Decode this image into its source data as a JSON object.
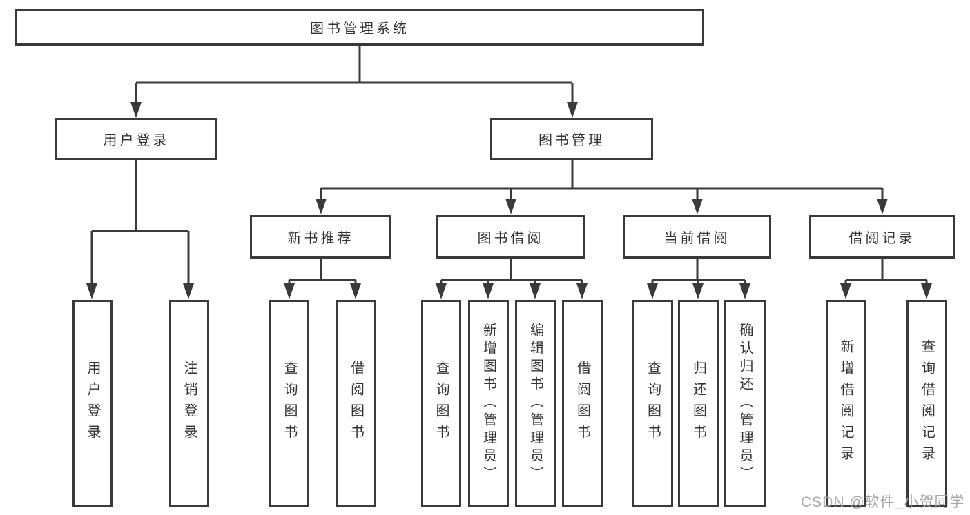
{
  "palette": {
    "line_color": "#3a3a3a",
    "box_border_color": "#3a3a3a",
    "text_color": "#333333",
    "background": "#ffffff",
    "watermark_color": "#9e9e9e"
  },
  "diagram": {
    "type": "hierarchy-tree",
    "root": {
      "label": "图书管理系统"
    },
    "level2": [
      {
        "label": "用户登录",
        "children": [
          "用户登录",
          "注销登录"
        ]
      },
      {
        "label": "图书管理",
        "children": [
          "新书推荐",
          "图书借阅",
          "当前借阅",
          "借阅记录"
        ]
      }
    ],
    "level3": [
      {
        "label": "新书推荐",
        "parent": "图书管理",
        "children": [
          "查询图书",
          "借阅图书"
        ]
      },
      {
        "label": "图书借阅",
        "parent": "图书管理",
        "children": [
          "查询图书",
          "新增图书（管理员）",
          "编辑图书（管理员）",
          "借阅图书"
        ]
      },
      {
        "label": "当前借阅",
        "parent": "图书管理",
        "children": [
          "查询图书",
          "归还图书",
          "确认归还（管理员）"
        ]
      },
      {
        "label": "借阅记录",
        "parent": "图书管理",
        "children": [
          "新增借阅记录",
          "查询借阅记录"
        ]
      }
    ],
    "leaves": [
      {
        "label": "用户登录",
        "parent": "用户登录"
      },
      {
        "label": "注销登录",
        "parent": "用户登录"
      },
      {
        "label": "查询图书",
        "parent": "新书推荐"
      },
      {
        "label": "借阅图书",
        "parent": "新书推荐"
      },
      {
        "label": "查询图书",
        "parent": "图书借阅"
      },
      {
        "label": "新增图书（管理员）",
        "parent": "图书借阅"
      },
      {
        "label": "编辑图书（管理员）",
        "parent": "图书借阅"
      },
      {
        "label": "借阅图书",
        "parent": "图书借阅"
      },
      {
        "label": "查询图书",
        "parent": "当前借阅"
      },
      {
        "label": "归还图书",
        "parent": "当前借阅"
      },
      {
        "label": "确认归还（管理员）",
        "parent": "当前借阅"
      },
      {
        "label": "新增借阅记录",
        "parent": "借阅记录"
      },
      {
        "label": "查询借阅记录",
        "parent": "借阅记录"
      }
    ]
  },
  "watermark": {
    "text": "CSDN @软件_小贺同学"
  }
}
